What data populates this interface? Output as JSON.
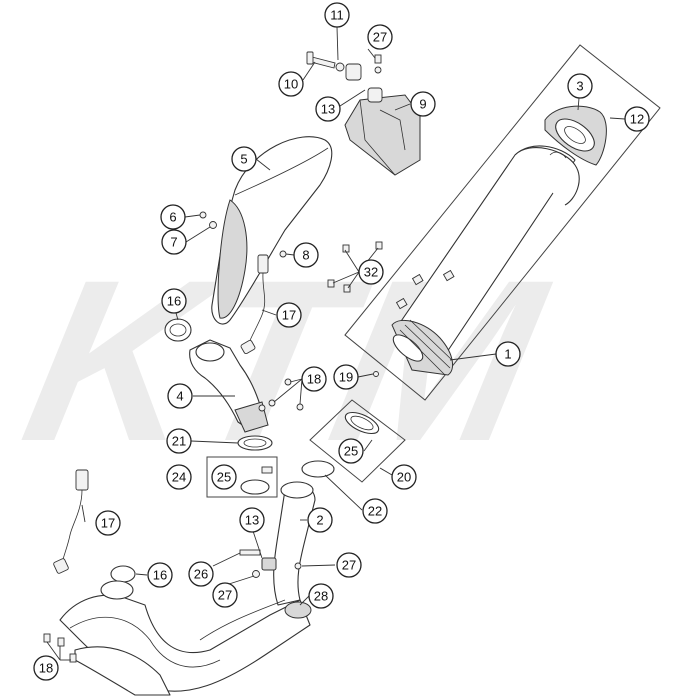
{
  "watermark": "KTM",
  "callouts": [
    {
      "id": "c11",
      "label": "11"
    },
    {
      "id": "c27a",
      "label": "27"
    },
    {
      "id": "c10",
      "label": "10"
    },
    {
      "id": "c13a",
      "label": "13"
    },
    {
      "id": "c9",
      "label": "9"
    },
    {
      "id": "c3",
      "label": "3"
    },
    {
      "id": "c12",
      "label": "12"
    },
    {
      "id": "c5",
      "label": "5"
    },
    {
      "id": "c6",
      "label": "6"
    },
    {
      "id": "c7",
      "label": "7"
    },
    {
      "id": "c8",
      "label": "8"
    },
    {
      "id": "c32",
      "label": "32"
    },
    {
      "id": "c16a",
      "label": "16"
    },
    {
      "id": "c17a",
      "label": "17"
    },
    {
      "id": "c1",
      "label": "1"
    },
    {
      "id": "c4",
      "label": "4"
    },
    {
      "id": "c18a",
      "label": "18"
    },
    {
      "id": "c19",
      "label": "19"
    },
    {
      "id": "c21",
      "label": "21"
    },
    {
      "id": "c25a",
      "label": "25"
    },
    {
      "id": "c24",
      "label": "24"
    },
    {
      "id": "c25b",
      "label": "25"
    },
    {
      "id": "c20",
      "label": "20"
    },
    {
      "id": "c22",
      "label": "22"
    },
    {
      "id": "c17b",
      "label": "17"
    },
    {
      "id": "c13b",
      "label": "13"
    },
    {
      "id": "c2",
      "label": "2"
    },
    {
      "id": "c16b",
      "label": "16"
    },
    {
      "id": "c26",
      "label": "26"
    },
    {
      "id": "c27b",
      "label": "27"
    },
    {
      "id": "c27c",
      "label": "27"
    },
    {
      "id": "c28",
      "label": "28"
    },
    {
      "id": "c18b",
      "label": "18"
    }
  ]
}
